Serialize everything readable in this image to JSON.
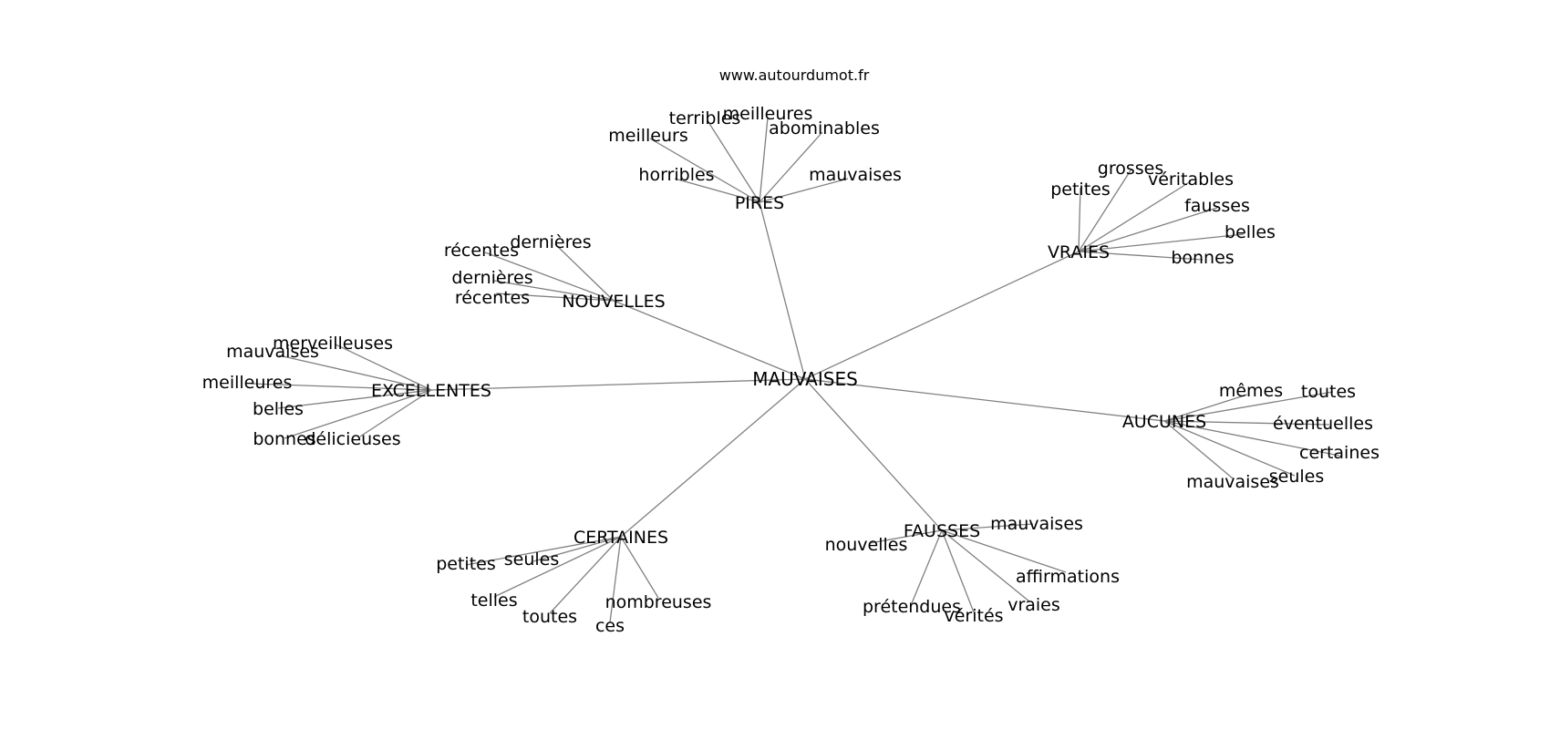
{
  "watermark": "www.autourdumot.fr",
  "center": {
    "id": "MAUVAISES",
    "label": "MAUVAISES"
  },
  "hubs": [
    {
      "id": "PIRES",
      "label": "PIRES",
      "leaves": [
        "meilleurs",
        "terribles",
        "meilleures",
        "abominables",
        "horribles",
        "mauvaises"
      ]
    },
    {
      "id": "VRAIES",
      "label": "VRAIES",
      "leaves": [
        "petites",
        "grosses",
        "véritables",
        "fausses",
        "belles",
        "bonnes"
      ]
    },
    {
      "id": "NOUVELLES",
      "label": "NOUVELLES",
      "leaves": [
        "récentes",
        "dernières",
        "dernières",
        "récentes"
      ]
    },
    {
      "id": "EXCELLENTES",
      "label": "EXCELLENTES",
      "leaves": [
        "mauvaises",
        "merveilleuses",
        "meilleures",
        "belles",
        "bonnes",
        "délicieuses"
      ]
    },
    {
      "id": "AUCUNES",
      "label": "AUCUNES",
      "leaves": [
        "mêmes",
        "toutes",
        "éventuelles",
        "certaines",
        "mauvaises",
        "seules"
      ]
    },
    {
      "id": "CERTAINES",
      "label": "CERTAINES",
      "leaves": [
        "petites",
        "seules",
        "telles",
        "toutes",
        "ces",
        "nombreuses"
      ]
    },
    {
      "id": "FAUSSES",
      "label": "FAUSSES",
      "leaves": [
        "mauvaises",
        "nouvelles",
        "affirmations",
        "prétendues",
        "vérités",
        "vraies"
      ]
    }
  ]
}
